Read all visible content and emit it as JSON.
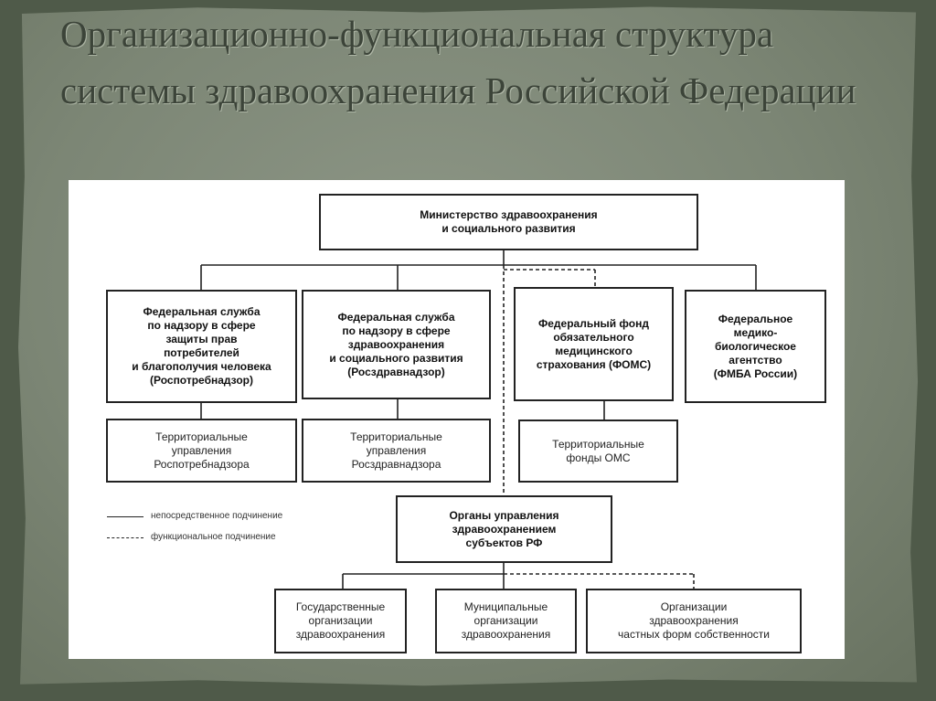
{
  "title": "Организационно-функциональная структура системы здравоохранения Российской Федерации",
  "boxes": {
    "ministry": "Министерство здравоохранения\nи социального развития",
    "rospotreb": "Федеральная служба\nпо надзору в сфере\nзащиты прав\nпотребителей\nи благополучия человека\n(Роспотребнадзор)",
    "roszdrav": "Федеральная служба\nпо надзору в сфере\nздравоохранения\nи социального развития\n(Росздравнадзор)",
    "foms": "Федеральный фонд\nобязательного\nмедицинского\nстрахования (ФОМС)",
    "fmba": "Федеральное\nмедико-\nбиологическое\nагентство\n(ФМБА России)",
    "terr_rospotreb": "Территориальные\nуправления\nРоспотребнадзора",
    "terr_roszdrav": "Территориальные\nуправления\nРосздравнадзора",
    "terr_foms": "Территориальные\nфонды ОМС",
    "regional": "Органы управления\nздравоохранением\nсубъектов РФ",
    "state_orgs": "Государственные\nорганизации\nздравоохранения",
    "municipal_orgs": "Муниципальные\nорганизации\nздравоохранения",
    "private_orgs": "Организации\nздравоохранения\nчастных форм собственности"
  },
  "legend": {
    "direct": "непосредственное подчинение",
    "functional": "функциональное подчинение"
  },
  "colors": {
    "background": "#4f5a49",
    "paper": "#7c8675",
    "title": "#3c4439",
    "lines": "#222222"
  }
}
